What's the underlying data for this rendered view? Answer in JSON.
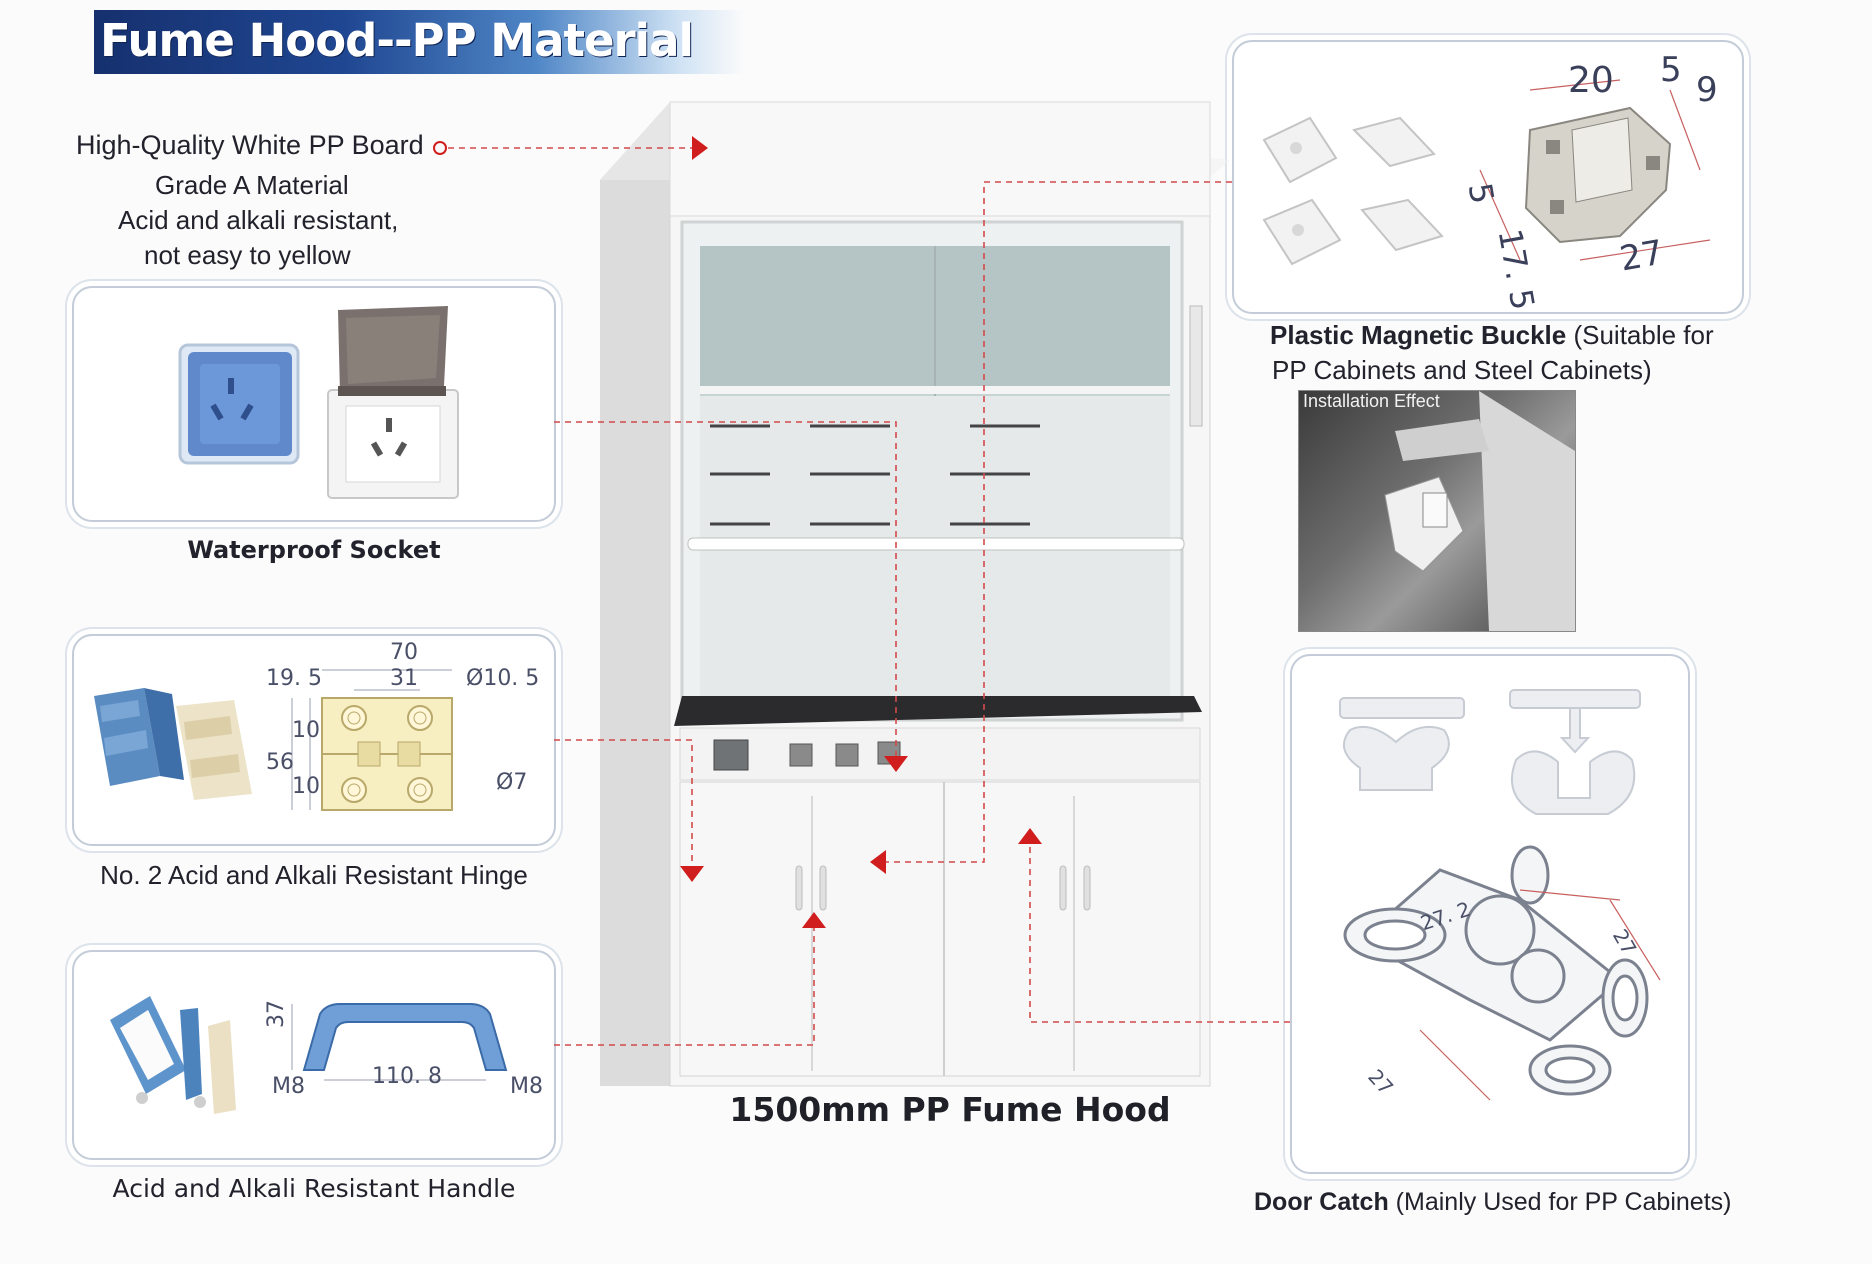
{
  "header": {
    "title": "Fume Hood--PP Material"
  },
  "features": {
    "pp_board": {
      "title": "High-Quality White PP Board",
      "line1": "Grade A Material",
      "line2": "Acid and alkali resistant,",
      "line3": "not easy to yellow"
    },
    "socket": {
      "caption": "Waterproof Socket"
    },
    "hinge": {
      "caption": "No. 2 Acid and Alkali Resistant Hinge",
      "dims": {
        "w70": "70",
        "w31": "31",
        "d105": "Ø10. 5",
        "s195": "19. 5",
        "h10a": "10",
        "h56": "56",
        "h10b": "10",
        "d7": "Ø7"
      }
    },
    "handle": {
      "caption": "Acid and Alkali Resistant Handle",
      "dims": {
        "h37": "37",
        "w1108": "110. 8",
        "m8l": "M8",
        "m8r": "M8"
      }
    },
    "buckle": {
      "caption_bold": "Plastic Magnetic Buckle",
      "caption_rest": " (Suitable for",
      "caption_line2": "PP Cabinets and Steel Cabinets)",
      "install_label": "Installation Effect",
      "dims": {
        "d20": "20",
        "d5": "5",
        "d9": "9",
        "d5b": "5",
        "d175": "17. 5",
        "d27": "27"
      }
    },
    "door_catch": {
      "caption_bold": "Door Catch",
      "caption_rest": " (Mainly Used for PP Cabinets)",
      "dims": {
        "a": "27. 2",
        "b": "27",
        "c": "27"
      }
    }
  },
  "product": {
    "caption": "1500mm  PP Fume Hood"
  }
}
